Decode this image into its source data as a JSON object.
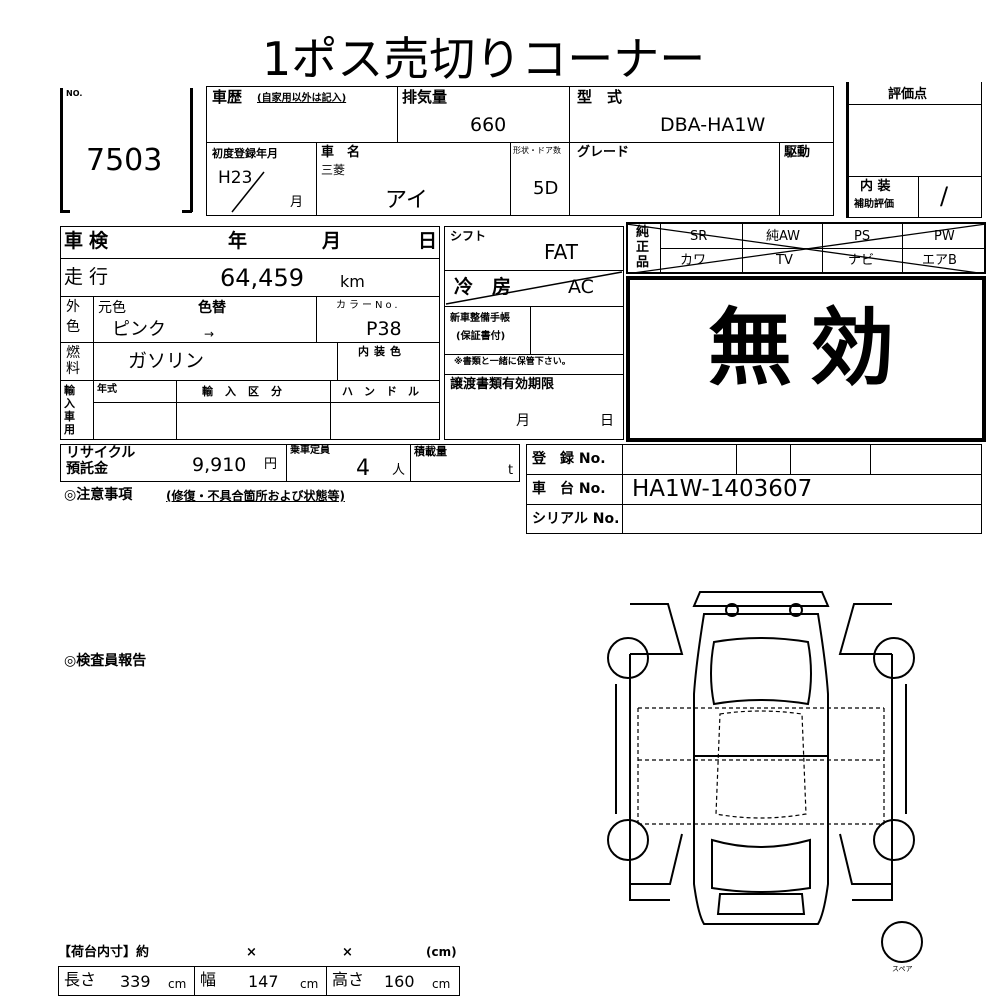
{
  "title": "1ポス売切りコーナー",
  "header": {
    "no_label": "NO.",
    "lot_number": "7503",
    "history_label": "車歴",
    "history_note": "(自家用以外は記入)",
    "displacement_label": "排気量",
    "displacement": "660",
    "model_label": "型　式",
    "model": "DBA-HA1W",
    "rating_label": "評価点",
    "first_reg_label": "初度登録年月",
    "first_reg_year": "H23",
    "first_reg_month_unit": "月",
    "car_name_label": "車　名",
    "maker": "三菱",
    "car_name": "アイ",
    "shape_door_label": "形状・ドア数",
    "doors": "5D",
    "grade_label": "グレード",
    "drive_label": "駆動",
    "interior_label": "内 装",
    "interior_sub_label": "補助評価",
    "interior_value": "/"
  },
  "inspection": {
    "shaken_label": "車検",
    "year_label": "年",
    "month_label": "月",
    "day_label": "日",
    "mileage_label": "走行",
    "mileage": "64,459",
    "mileage_unit": "km",
    "exterior_label_1": "外",
    "exterior_label_2": "色",
    "original_color_label": "元色",
    "repaint_label": "色替",
    "color": "ピンク",
    "arrow": "→",
    "color_no_label": "カラーNo.",
    "color_no": "P38",
    "fuel_label_1": "燃",
    "fuel_label_2": "料",
    "fuel": "ガソリン",
    "interior_color_label": "内装色",
    "import_label": "輸入車用",
    "import_year_label": "年式",
    "import_type_label": "輸入区分",
    "handle_label": "ハンドル",
    "recycle_label_1": "リサイクル",
    "recycle_label_2": "預託金",
    "recycle_amount": "9,910",
    "recycle_unit": "円",
    "capacity_label": "乗車定員",
    "capacity": "4",
    "capacity_unit": "人",
    "load_label": "積載量",
    "load_unit": "t",
    "notes_label": "◎注意事項",
    "notes_sub": "(修復・不具合箇所および状態等)"
  },
  "shift": {
    "shift_label": "シフト",
    "shift_value": "FAT",
    "aircon_label": "冷　房",
    "aircon_value": "AC",
    "service_label_1": "新車整備手帳",
    "service_label_2": "(保証書付)",
    "service_note": "※書類と一緒に保管下さい。",
    "transfer_label": "譲渡書類有効期限",
    "transfer_month": "月",
    "transfer_day": "日"
  },
  "equipment": {
    "label_1": "純",
    "label_2": "正",
    "label_3": "品",
    "row1": [
      "SR",
      "純AW",
      "PS",
      "PW"
    ],
    "row2": [
      "カワ",
      "TV",
      "ナビ",
      "エアB"
    ]
  },
  "stamp": "無効",
  "registration": {
    "reg_label": "登　録 No.",
    "chassis_label": "車　台 No.",
    "chassis_no": "HA1W-1403607",
    "serial_label": "シリアル No."
  },
  "inspector_report_label": "◎検査員報告",
  "cargo": {
    "title": "【荷台内寸】約",
    "x1": "×",
    "x2": "×",
    "unit": "(cm)",
    "length_label": "長さ",
    "length": "339",
    "width_label": "幅",
    "width": "147",
    "height_label": "高さ",
    "height": "160",
    "cm": "cm"
  },
  "diagram": {
    "spare_label": "スペア"
  }
}
